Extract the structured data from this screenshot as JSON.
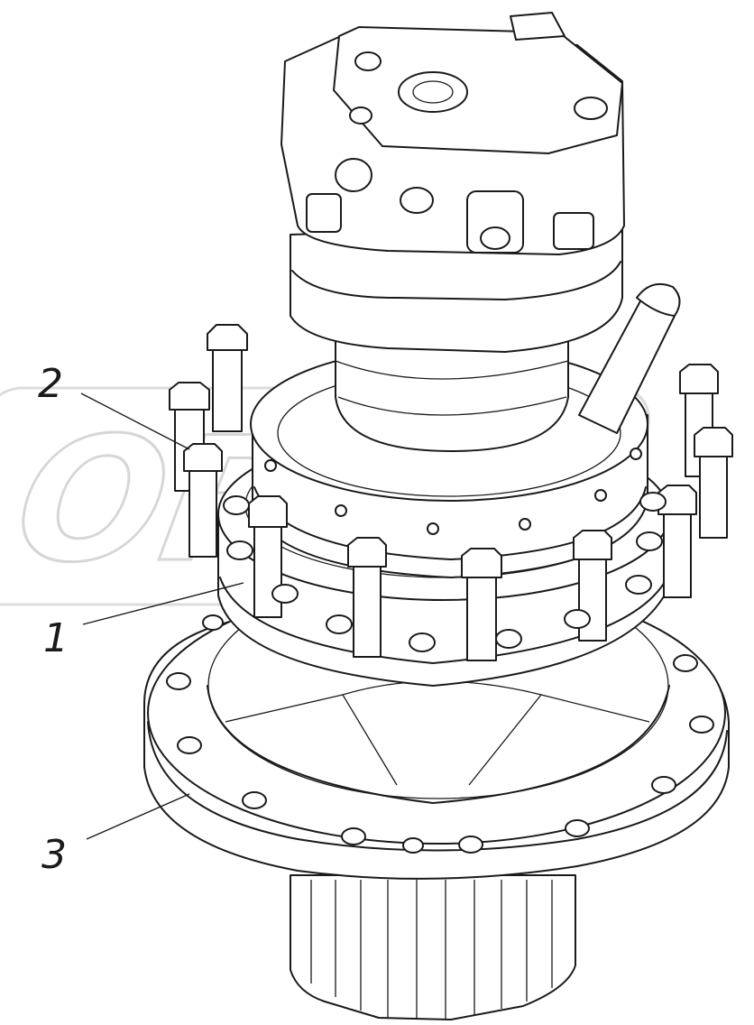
{
  "watermark": {
    "text": "OPEX"
  },
  "callouts": [
    {
      "id": "1",
      "label": "1"
    },
    {
      "id": "2",
      "label": "2"
    },
    {
      "id": "3",
      "label": "3"
    }
  ]
}
